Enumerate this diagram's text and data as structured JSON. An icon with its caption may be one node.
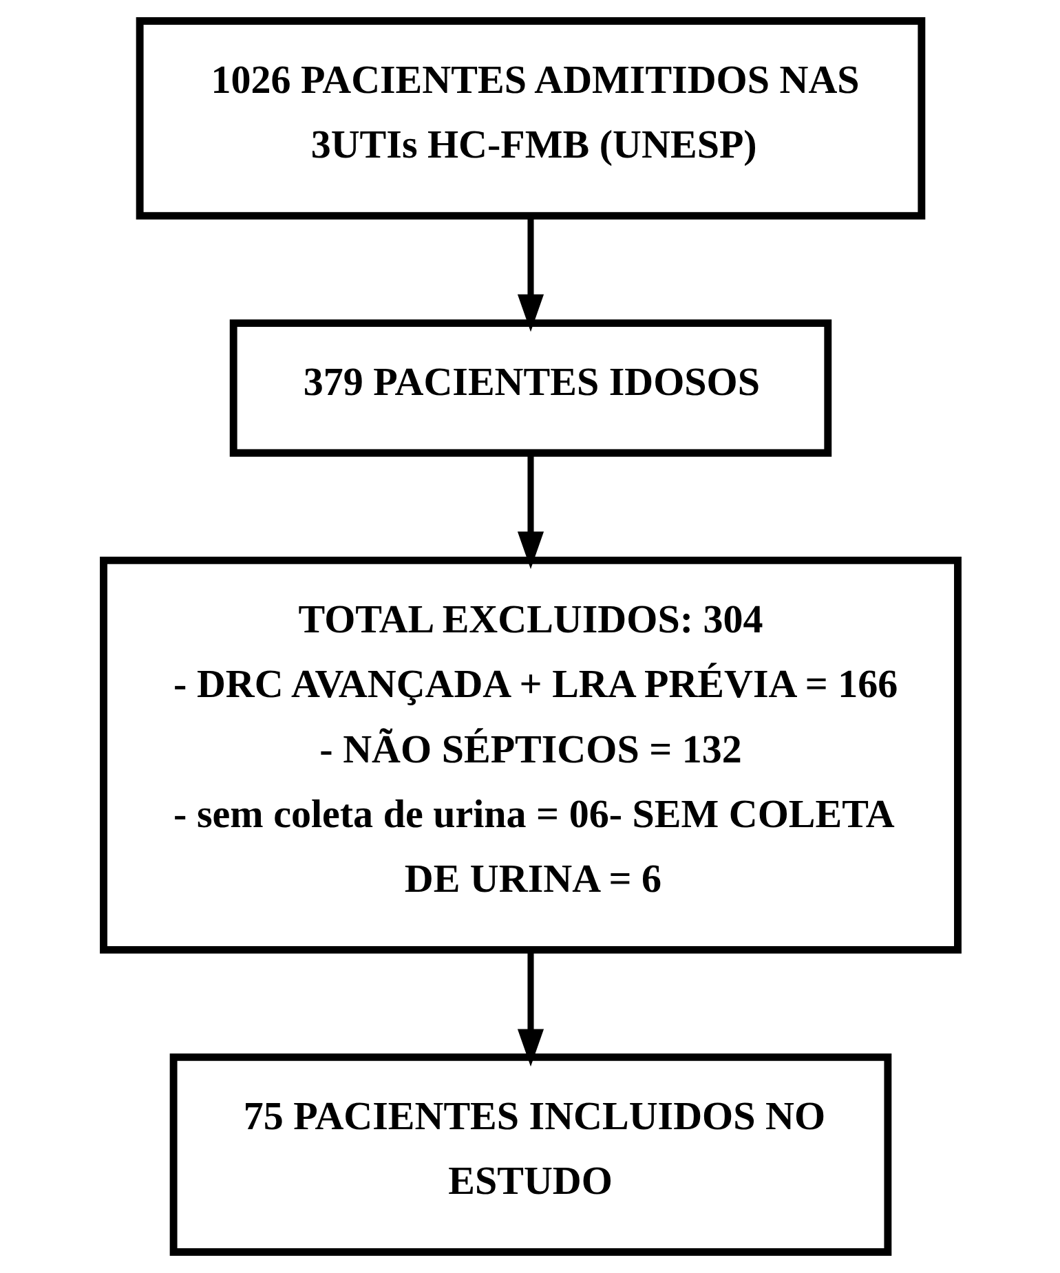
{
  "diagram": {
    "nodes": [
      {
        "text": [
          "1026 PACIENTES ADMITIDOS NAS 3UTIs HC-FMB (UNESP)"
        ]
      },
      {
        "text": [
          "379 PACIENTES IDOSOS"
        ]
      },
      {
        "text": [
          "TOTAL EXCLUIDOS: 304",
          "- DRC AVANÇADA + LRA PRÉVIA = 166",
          "- NÃO SÉPTICOS = 132",
          "- sem coleta de urina = 06- SEM COLETA DE URINA = 6"
        ]
      },
      {
        "text": [
          "75 PACIENTES INCLUIDOS NO ESTUDO"
        ]
      }
    ],
    "edges": [
      {
        "from": 0,
        "to": 1,
        "arrow": "to"
      },
      {
        "from": 1,
        "to": 2,
        "arrow": "to"
      },
      {
        "from": 2,
        "to": 3,
        "arrow": "to"
      }
    ]
  }
}
